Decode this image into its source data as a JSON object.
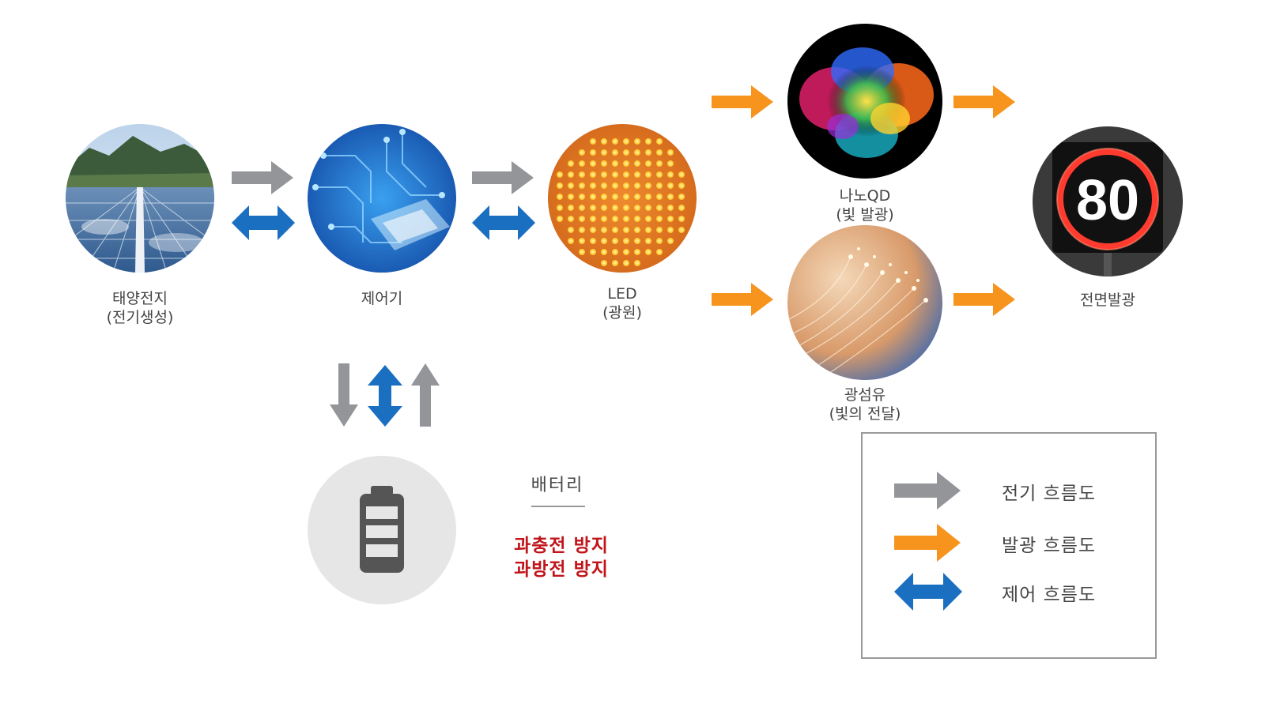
{
  "nodes": {
    "solar": {
      "line1": "태양전지",
      "line2": "(전기생성)"
    },
    "controller": {
      "line1": "제어기"
    },
    "led": {
      "line1": "LED",
      "line2": "(광원)"
    },
    "nano_qd": {
      "line1": "나노QD",
      "line2": "(빛 발광)"
    },
    "fiber": {
      "line1": "광섬유",
      "line2": "(빛의 전달)"
    },
    "front": {
      "line1": "전면발광"
    },
    "sign_number": "80"
  },
  "battery": {
    "title": "배터리",
    "note1": "과충전 방지",
    "note2": "과방전 방지"
  },
  "legend": {
    "items": [
      {
        "label": "전기 흐름도",
        "icon": "gray-arrow-icon"
      },
      {
        "label": "발광 흐름도",
        "icon": "orange-arrow-icon"
      },
      {
        "label": "제어 흐름도",
        "icon": "blue-double-arrow-icon"
      }
    ]
  },
  "colors": {
    "electric": "#939598",
    "light": "#f7941d",
    "control": "#1b6fc0",
    "note": "#c0151b"
  }
}
